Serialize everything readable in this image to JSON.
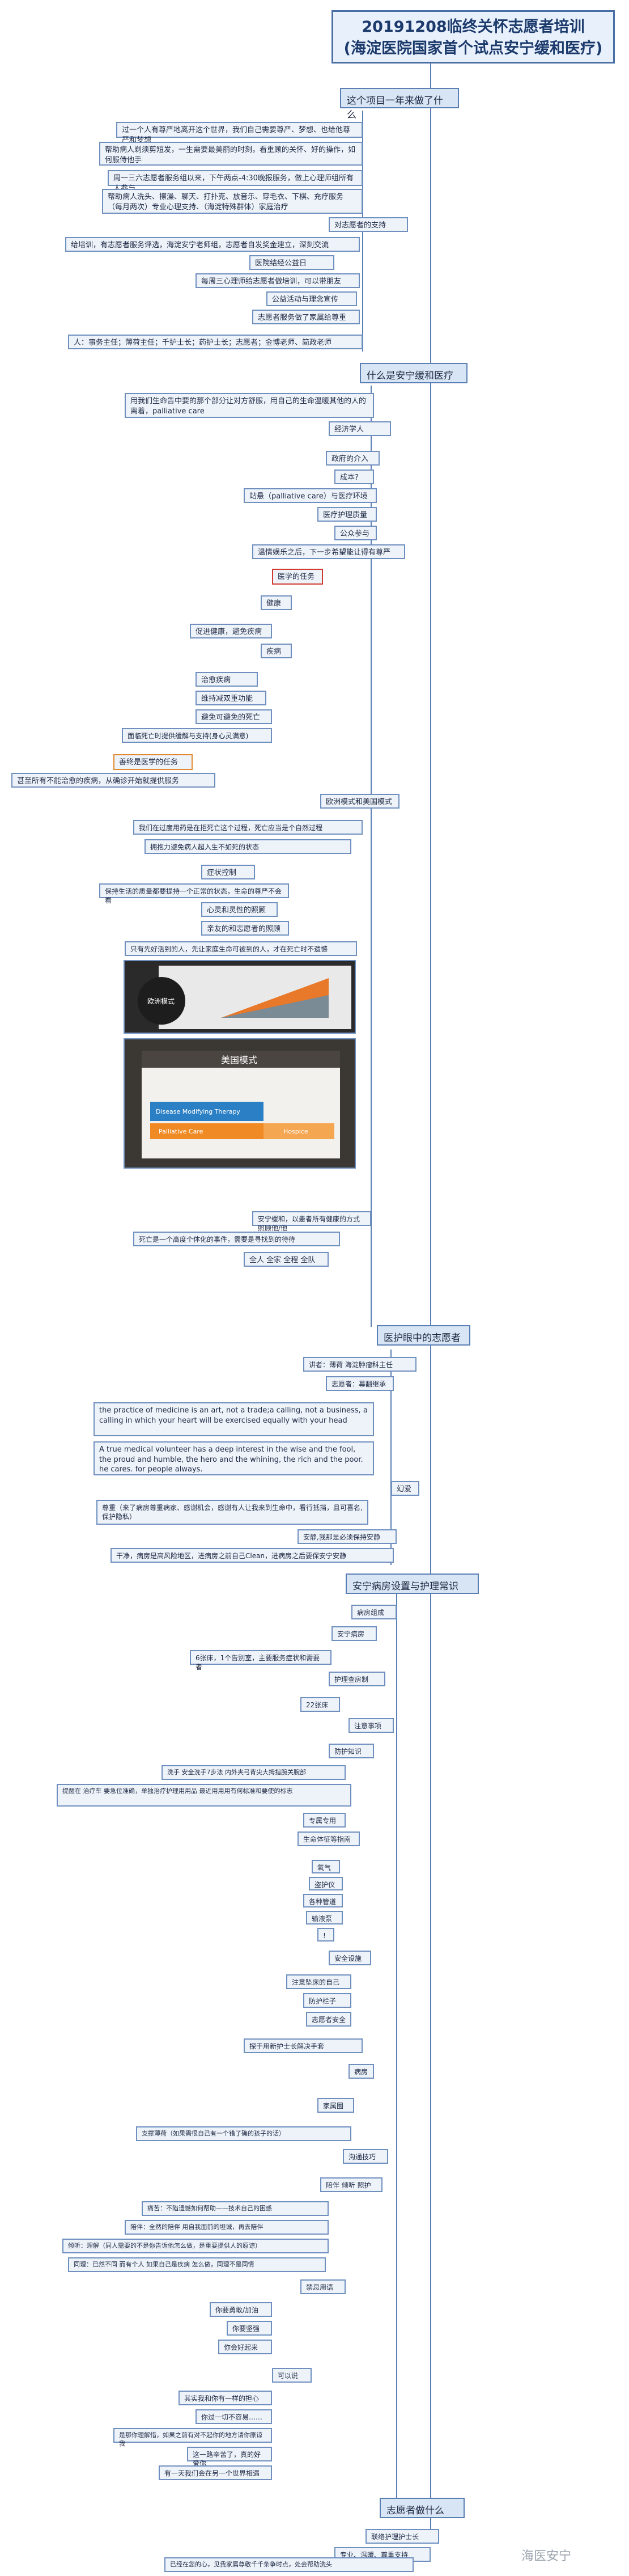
{
  "title": {
    "line1": "20191208临终关怀志愿者培训",
    "line2": "(海淀医院国家首个试点安宁缓和医疗)"
  },
  "sections": {
    "s1": "这个项目一年来做了什么",
    "s2": "什么是安宁缓和医疗",
    "s3": "医护眼中的志愿者",
    "s4": "安宁病房设置与护理常识",
    "s5": "志愿者做什么"
  },
  "s1_items": [
    "过一个人有尊严地离开这个世界，我们自己需要尊严、梦想、也给他尊严和梦想",
    "帮助病人剃须剪短发，一生需要最美丽的时刻，看重顾的关怀、好的操作，如何服侍他手",
    "周一三六志愿者服务组以来，下午两点-4:30晚报服务，做上心理师组所有人参与",
    "帮助病人洗头、擦澡、聊天、打扑克、放音乐、穿毛衣、下棋、充疗服务（每月两次）专业心理支持、（海淀特殊群体）家庭治疗",
    "对志愿者的支持",
    "给培训，有志愿者服务评选，海淀安宁老师组，志愿者自发奖金建立，深刻交流",
    "医院结经公益日",
    "每周三心理师给志愿者做培训，可以带朋友",
    "公益活动与理念宣传",
    "志愿者服务做了家属给尊重",
    "人：事务主任；薄荷主任；千护士长；药护士长；志愿者；金博老师、简政老师"
  ],
  "s2_items": [
    "用我们生命告中要的那个部分让对方舒服，用自己的生命温暖其他的人的离着，palliative care",
    "经济学人",
    "政府的介入",
    "成本?",
    "站悬（palliative care）与医疗环境",
    "医疗护理质量",
    "公众参与",
    "温情娱乐之后，下一步希望能让得有尊严",
    "医学的任务",
    "健康",
    "促进健康，避免疾病",
    "疾病",
    "治愈疾病",
    "维持减双重功能",
    "避免可避免的死亡",
    "面临死亡时提供缓解与支持(身心灵满意)",
    "善终是医学的任务",
    "甚至所有不能治愈的疾病，从确诊开始就提供服务",
    "欧洲模式和美国模式",
    "我们在过度用药是在拒死亡这个过程，死亡应当是个自然过程",
    "拥抱力避免病人超入生不如死的状态",
    "症状控制",
    "保持生活的质量都要提持一个正常的状态，生命的尊严不会看",
    "心灵和灵性的照顾",
    "亲友的和志愿者的照顾",
    "只有先好活到的人，先让家庭生命可被到的人，才在死亡时不遗憾",
    "欧洲模式",
    "美国模式",
    "Disease Modifying Therapy",
    "Palliative Care",
    "Hospice",
    "安宁缓和，以患者所有健康的方式照顾他/他",
    "死亡是一个高度个体化的事件，需要是寻找到的待待",
    "全人 全家 全程 全队"
  ],
  "s3_items": [
    "讲者：薄荷 海淀肿瘤科主任",
    "志愿者：幕翻继承",
    "the practice of medicine is an art, not a trade;a calling, not a business, a calling in which your heart will be exercised equally with your head",
    "A true medical volunteer has a deep interest in the wise and the fool, the proud and humble, the hero and the whining, the rich and the poor. he cares. for people always.",
    "幻爱",
    "尊重（来了病房尊重病家、感谢机会，感谢有人让我来到生命中，看行抵挡，且可喜名,保护隐私）",
    "安静,我那是必须保持安静",
    "干净，病房是高风险地区，进病房之前自己Clean，进病房之后要保安宁安静"
  ],
  "s4_items": [
    "病房组成",
    "安宁病房",
    "6张床，1个告别室，主要服务症状和需要者",
    "护理查房制",
    "22张床",
    "注意事项",
    "防护知识",
    "洗手 安全洗手7步法 内外夹弓背尖大拇指腕关腕部",
    "提醒在 治疗车 要急位准确，单独治疗护理用用品 最近用用用有何标准和要使的标志",
    "专属专用",
    "生命体征等指南",
    "氧气",
    "盗护仪",
    "各种管道",
    "输液泵",
    "!",
    "安全设施",
    "注意坠床的自己",
    "防护栏子",
    "志愿者安全",
    "探于用新护士长解决手套",
    "病房",
    "家属圈",
    "支撑薄荷（如果需很自己有一个错了确的孩子的话）",
    "沟通技巧",
    "陪伴 倾听 照护",
    "痛苦：不陷遗憾如何帮助——技术自己的困惑",
    "陪伴：全然的陪伴 用自我面前的坦诚，再去陪伴",
    "倾听：理解（同人需要的不是你告诉他怎么做，是重要提供人的原谅）",
    "同理：已然不同 而有个人 如果自己是疾病 怎么做，同理不是同情",
    "禁忌用语",
    "你要勇敢/加油",
    "你要坚强",
    "你会好起来",
    "可以说",
    "其实我和你有一样的担心",
    "你过一切不容易……",
    "是那你理解惜，如果之前有对不起你的地方请你原谅我",
    "这一路辛苦了，真的好爱你",
    "有一天我们会在另一个世界相遇"
  ],
  "s5_items": [
    "联络护理护士长",
    "专业、温暖、尊重支持",
    "已经在您的心，见我家属尊敬千千条争时点，处会帮助洗头"
  ],
  "watermark": "海医安宁",
  "colors": {
    "node_border": "#6f8fbf",
    "node_bg": "#eef3fa",
    "highlight_red": "#d03a2f",
    "highlight_orange": "#e38a2e",
    "trunk": "#4a6fa5"
  }
}
